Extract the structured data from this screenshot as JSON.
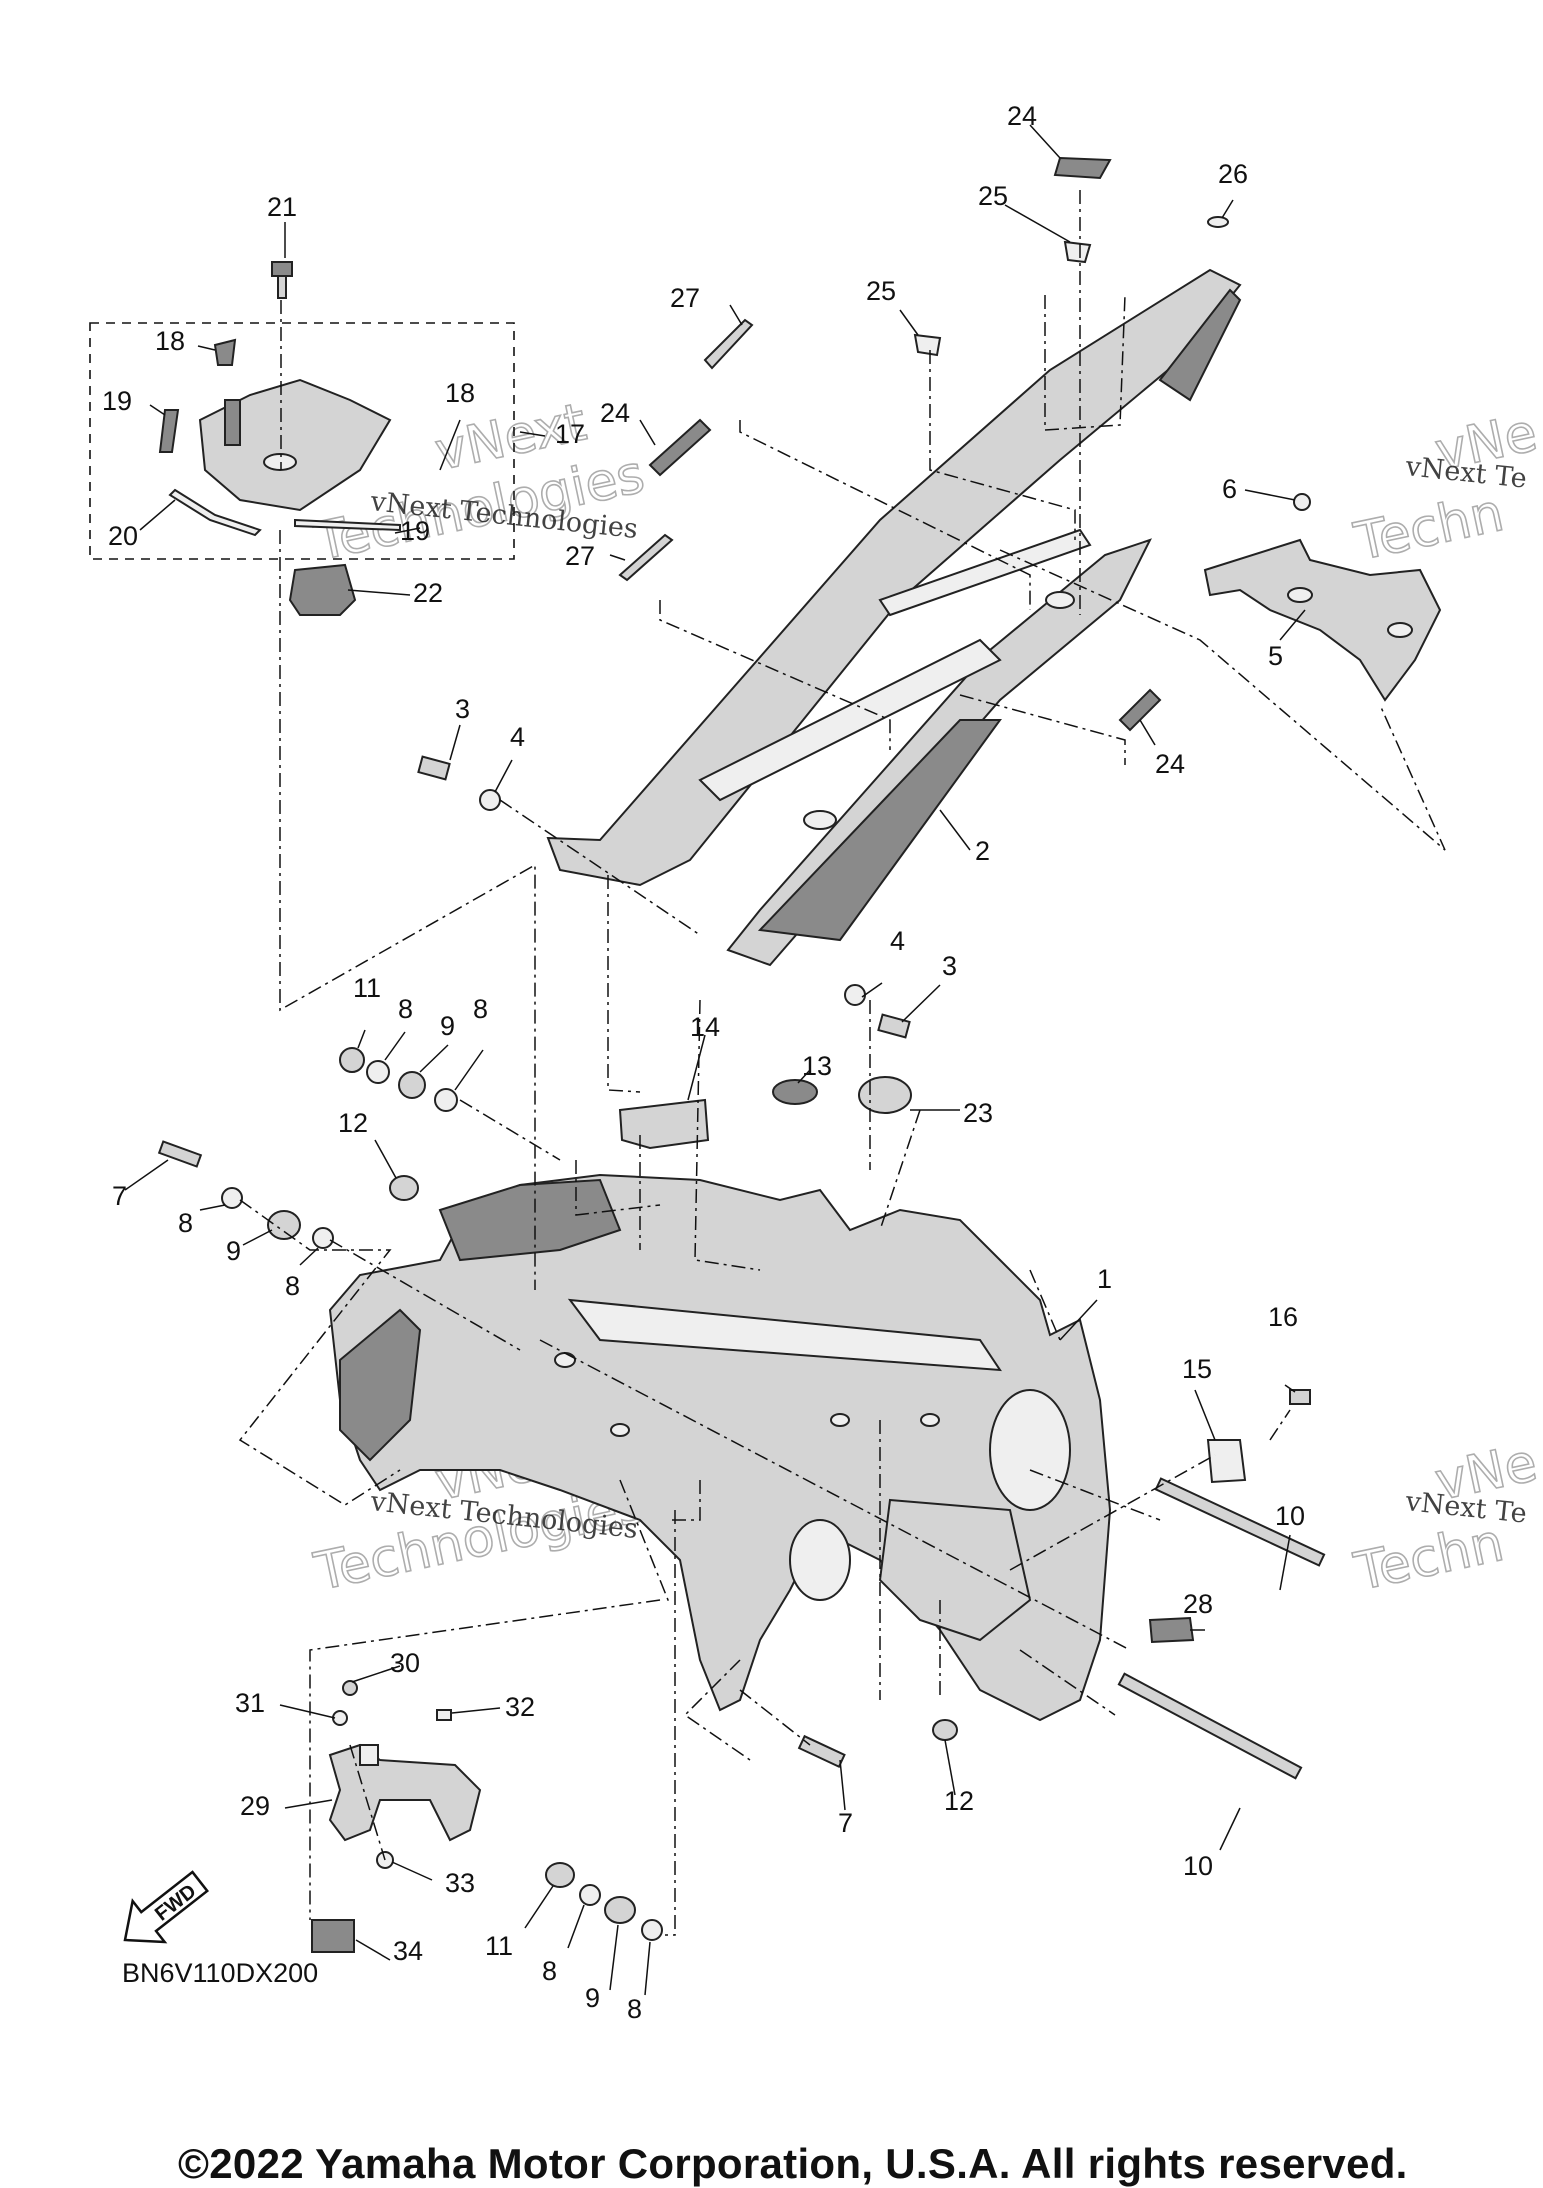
{
  "diagram": {
    "code": "BN6V110DX200",
    "copyright": "©2022 Yamaha Motor Corporation, U.S.A. All rights reserved.",
    "watermark": {
      "small": "vNext Technologies",
      "big_1": "vNext",
      "big_2": "Technologies",
      "cut_small": "vNext Te",
      "cut_big_1": "vNe",
      "cut_big_2": "Techn"
    },
    "fwd_label": "FWD",
    "callouts": [
      "1",
      "2",
      "3",
      "3",
      "4",
      "4",
      "5",
      "6",
      "7",
      "7",
      "8",
      "8",
      "8",
      "8",
      "8",
      "8",
      "9",
      "9",
      "9",
      "10",
      "10",
      "11",
      "11",
      "12",
      "12",
      "13",
      "14",
      "15",
      "16",
      "17",
      "18",
      "18",
      "19",
      "19",
      "20",
      "21",
      "22",
      "23",
      "24",
      "24",
      "24",
      "25",
      "25",
      "26",
      "27",
      "27",
      "28",
      "29",
      "30",
      "31",
      "32",
      "33",
      "34"
    ]
  }
}
